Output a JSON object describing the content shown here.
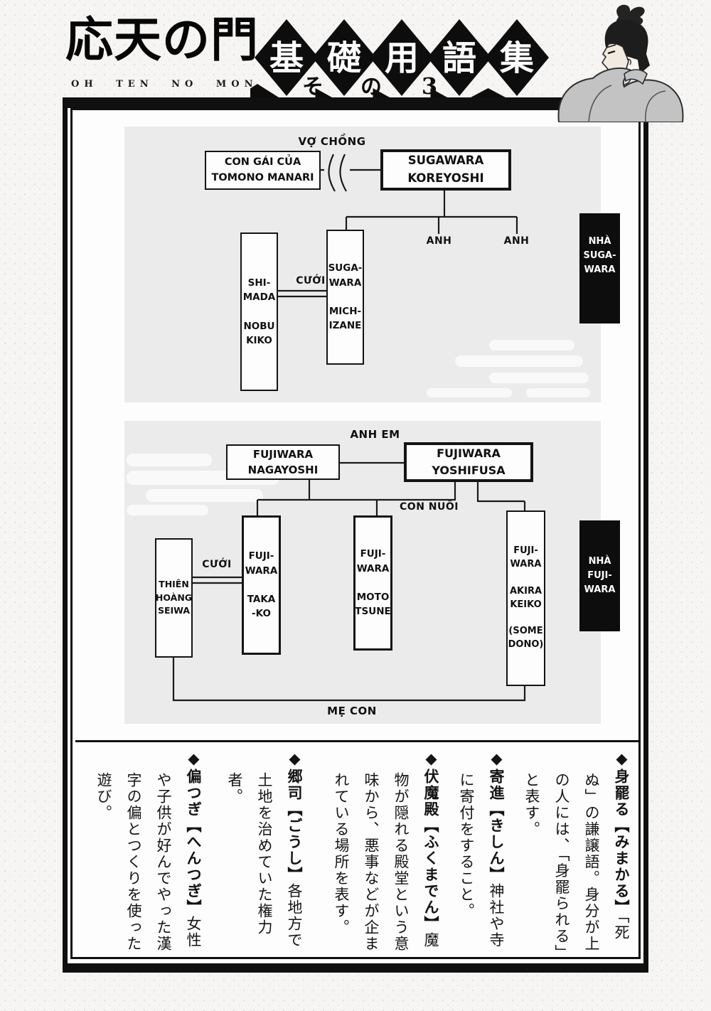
{
  "header": {
    "title": "応天の門",
    "romaji": "OH TEN NO MON",
    "diamond_chars": [
      "基",
      "礎",
      "用",
      "語",
      "集"
    ],
    "sub_chars": [
      "そ",
      "の",
      "3"
    ],
    "diamond_color": "#0d0d0d",
    "diamond_text_color": "#ffffff"
  },
  "tree1": {
    "label_spouse": "VỢ CHỒNG",
    "box_tomono": "CON GÁI CỦA\nTOMONO MANARI",
    "box_koreyoshi": "SUGAWARA\nKOREYOSHI",
    "label_brother1": "ANH",
    "label_brother2": "ANH",
    "box_shimada": "SHI-\nMADA\n\nNOBU\nKIKO",
    "label_marry": "CƯỚI",
    "box_michizane": "SUGA-\nWARA\n\nMICH-\nIZANE",
    "house": "NHÀ\nSUGA-\nWARA"
  },
  "tree2": {
    "label_siblings": "ANH EM",
    "box_nagayoshi": "FUJIWARA\nNAGAYOSHI",
    "box_yoshifusa": "FUJIWARA\nYOSHIFUSA",
    "label_adopted": "CON NUÔI",
    "box_seiwa": "THIÊN\nHOÀNG\nSEIWA",
    "label_marry": "CƯỚI",
    "box_takako": "FUJI-\nWARA\n\nTAKA\n-KO",
    "box_mototsune": "FUJI-\nWARA\n\nMOTO\nTSUNE",
    "box_akirakeiko": "FUJI-\nWARA\n\nAKIRA\nKEIKO\n\n(SOME\nDONO)",
    "house": "NHÀ\nFUJI-\nWARA",
    "label_mother_child": "MẸ CON"
  },
  "glossary": {
    "entries": [
      {
        "term": "◆身罷る【みまかる】",
        "def": "「死ぬ」の謙譲語。身分が上の人には、「身罷られる」と表す。"
      },
      {
        "term": "◆寄進【きしん】",
        "def": "神社や寺に寄付をすること。"
      },
      {
        "term": "◆伏魔殿【ふくまでん】",
        "def": "魔物が隠れる殿堂という意味から、悪事などが企まれている場所を表す。"
      },
      {
        "term": "◆郷司【ごうし】",
        "def": "各地方で土地を治めていた権力者。"
      },
      {
        "term": "◆偏つぎ【へんつぎ】",
        "def": "女性や子供が好んでやった漢字の偏とつくりを使った遊び。"
      }
    ]
  },
  "colors": {
    "frame": "#101010",
    "panel": "#ebebeb",
    "line": "#1a1a1a",
    "text": "#101010"
  }
}
